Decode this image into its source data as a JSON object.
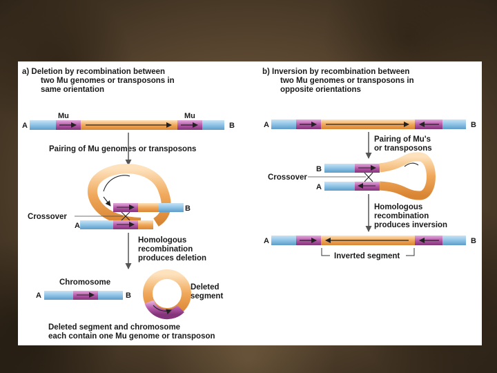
{
  "panel_a": {
    "title_line1": "a)  Deletion by recombination between",
    "title_line2": "two Mu genomes or transposons in",
    "title_line3": "same orientation",
    "mu_left": "Mu",
    "mu_right": "Mu",
    "end_a": "A",
    "end_b": "B",
    "pairing": "Pairing of Mu genomes or transposons",
    "crossover": "Crossover",
    "loop_b": "B",
    "loop_a": "A",
    "result_line1": "Homologous",
    "result_line2": "recombination",
    "result_line3": "produces deletion",
    "chromosome": "Chromosome",
    "chrom_a": "A",
    "chrom_b": "B",
    "deleted_line1": "Deleted",
    "deleted_line2": "segment",
    "footer_line1": "Deleted segment and chromosome",
    "footer_line2": "each contain one Mu genome or transposon"
  },
  "panel_b": {
    "title_line1": "b)  Inversion by recombination between",
    "title_line2": "two Mu genomes or transposons in",
    "title_line3": "opposite orientations",
    "end_a": "A",
    "end_b": "B",
    "pairing_line1": "Pairing of Mu's",
    "pairing_line2": "or transposons",
    "crossover": "Crossover",
    "loop_b": "B",
    "loop_a": "A",
    "result_line1": "Homologous",
    "result_line2": "recombination",
    "result_line3": "produces inversion",
    "final_a": "A",
    "final_b": "B",
    "inverted": "Inverted segment"
  },
  "colors": {
    "host_dna": "#8ec3e6",
    "mu": "#b45aa8",
    "segment": "#f0a85a",
    "background": "#6b563c"
  }
}
